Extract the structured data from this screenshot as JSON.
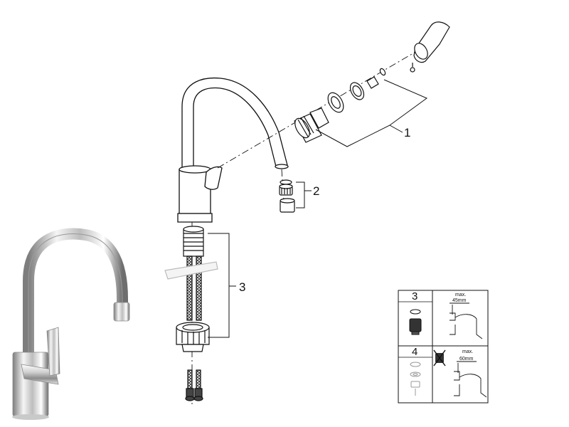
{
  "callouts": {
    "part_1": "1",
    "part_2": "2",
    "part_3": "3"
  },
  "spec_table": {
    "cell_3_number": "3",
    "cell_4_number": "4",
    "dim_45_label_a": "max.",
    "dim_45_label_b": "45mm",
    "dim_60_label_a": "max.",
    "dim_60_label_b": "60mm"
  },
  "colors": {
    "line": "#111111",
    "chrome_light": "#f2f2f2",
    "chrome_dark": "#8a8a8a"
  }
}
